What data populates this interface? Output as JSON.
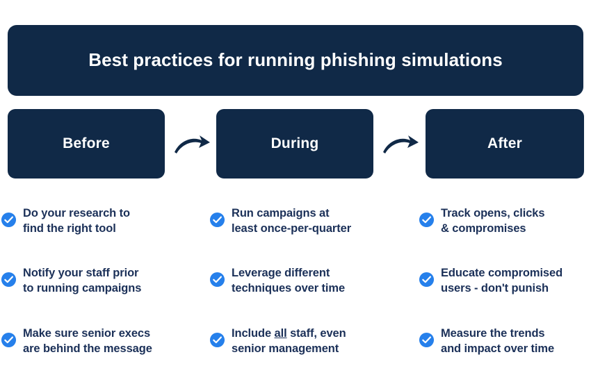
{
  "colors": {
    "navy": "#102947",
    "text_navy": "#1b3058",
    "accent_blue": "#2680eb",
    "background": "#ffffff",
    "banner_text": "#ffffff"
  },
  "banner": {
    "title": "Best practices for running phishing simulations"
  },
  "stages": [
    {
      "label": "Before"
    },
    {
      "label": "During"
    },
    {
      "label": "After"
    }
  ],
  "arrows": [
    {
      "icon": "curved-arrow-right-icon"
    },
    {
      "icon": "curved-arrow-right-icon"
    }
  ],
  "columns": [
    {
      "stage": "Before",
      "items": [
        {
          "icon": "check-circle-icon",
          "line1": "Do your research to",
          "line2": "find the right tool",
          "text": "Do your research to find the right tool"
        },
        {
          "icon": "check-circle-icon",
          "line1": "Notify your staff prior",
          "line2": "to running campaigns",
          "text": "Notify your staff prior to running campaigns"
        },
        {
          "icon": "check-circle-icon",
          "line1": "Make sure senior execs",
          "line2": "are behind the message",
          "text": "Make sure senior execs are behind the message"
        }
      ]
    },
    {
      "stage": "During",
      "items": [
        {
          "icon": "check-circle-icon",
          "line1": "Run campaigns at",
          "line2": "least once-per-quarter",
          "text": "Run campaigns at least once-per-quarter"
        },
        {
          "icon": "check-circle-icon",
          "line1": "Leverage different",
          "line2": "techniques over time",
          "text": "Leverage different techniques over time"
        },
        {
          "icon": "check-circle-icon",
          "line1_pre": "Include ",
          "line1_underline": "all",
          "line1_post": " staff, even",
          "line2": "senior management",
          "text": "Include all staff, even senior management"
        }
      ]
    },
    {
      "stage": "After",
      "items": [
        {
          "icon": "check-circle-icon",
          "line1": "Track opens, clicks",
          "line2": "& compromises",
          "text": "Track opens, clicks & compromises"
        },
        {
          "icon": "check-circle-icon",
          "line1": "Educate compromised",
          "line2": "users - don't punish",
          "text": "Educate compromised users - don't punish"
        },
        {
          "icon": "check-circle-icon",
          "line1": "Measure the trends",
          "line2": "and impact over time",
          "text": "Measure the trends and impact over time"
        }
      ]
    }
  ]
}
